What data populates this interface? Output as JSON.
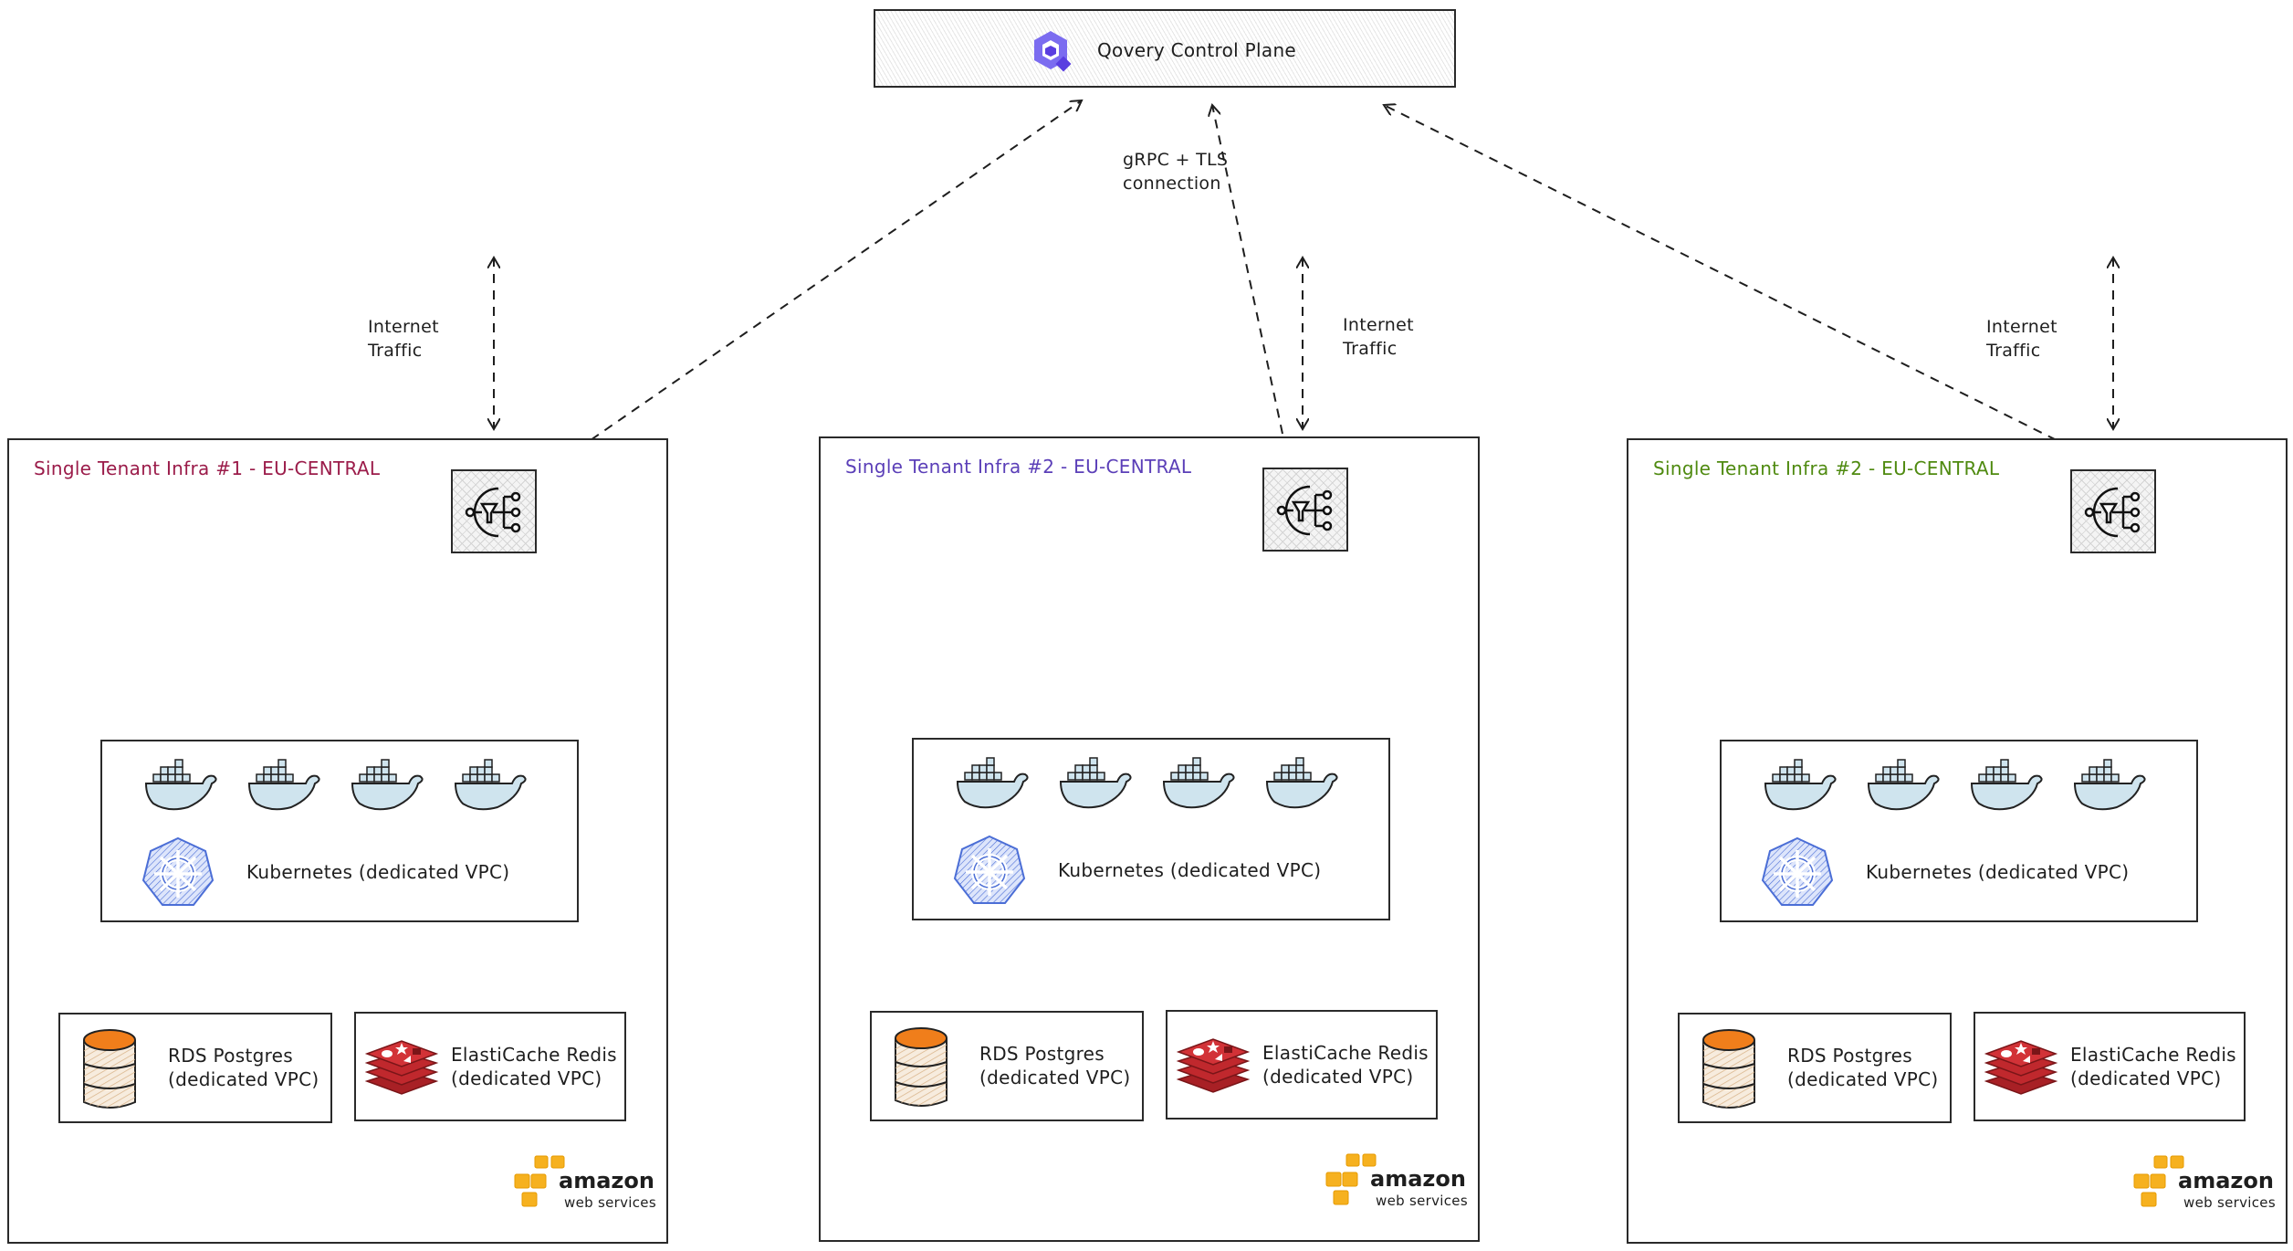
{
  "control_plane": {
    "title": "Qovery Control Plane",
    "logo": "qovery-logo-icon",
    "accent": "#6c5ce7"
  },
  "connection_label": {
    "line1": "gRPC + TLS",
    "line2": "connection"
  },
  "panels": [
    {
      "title": "Single Tenant Infra #1 - EU-CENTRAL",
      "title_color": "#9b1c4a",
      "internet": {
        "line1": "Internet",
        "line2": "Traffic"
      },
      "load_balancer_icon": "load-balancer-icon",
      "kubernetes": {
        "label": "Kubernetes (dedicated VPC)",
        "containers": 4
      },
      "rds": {
        "line1": "RDS Postgres",
        "line2": "(dedicated VPC)"
      },
      "redis": {
        "line1": "ElastiCache Redis",
        "line2": "(dedicated VPC)"
      },
      "cloud": {
        "line1": "amazon",
        "line2": "web services"
      }
    },
    {
      "title": "Single Tenant Infra #2 - EU-CENTRAL",
      "title_color": "#5b3fb8",
      "internet": {
        "line1": "Internet",
        "line2": "Traffic"
      },
      "load_balancer_icon": "load-balancer-icon",
      "kubernetes": {
        "label": "Kubernetes (dedicated VPC)",
        "containers": 4
      },
      "rds": {
        "line1": "RDS Postgres",
        "line2": "(dedicated VPC)"
      },
      "redis": {
        "line1": "ElastiCache Redis",
        "line2": "(dedicated VPC)"
      },
      "cloud": {
        "line1": "amazon",
        "line2": "web services"
      }
    },
    {
      "title": "Single Tenant Infra #2 - EU-CENTRAL",
      "title_color": "#4f8a10",
      "internet": {
        "line1": "Internet",
        "line2": "Traffic"
      },
      "load_balancer_icon": "load-balancer-icon",
      "kubernetes": {
        "label": "Kubernetes (dedicated VPC)",
        "containers": 4
      },
      "rds": {
        "line1": "RDS Postgres",
        "line2": "(dedicated VPC)"
      },
      "redis": {
        "line1": "ElastiCache Redis",
        "line2": "(dedicated VPC)"
      },
      "cloud": {
        "line1": "amazon",
        "line2": "web services"
      }
    }
  ],
  "colors": {
    "postgres_top": "#f07e1b",
    "redis": "#c0282d",
    "aws_orange": "#f6b11f",
    "k8s_blue": "#4b6ed6",
    "docker_blue": "#a9cde0"
  }
}
